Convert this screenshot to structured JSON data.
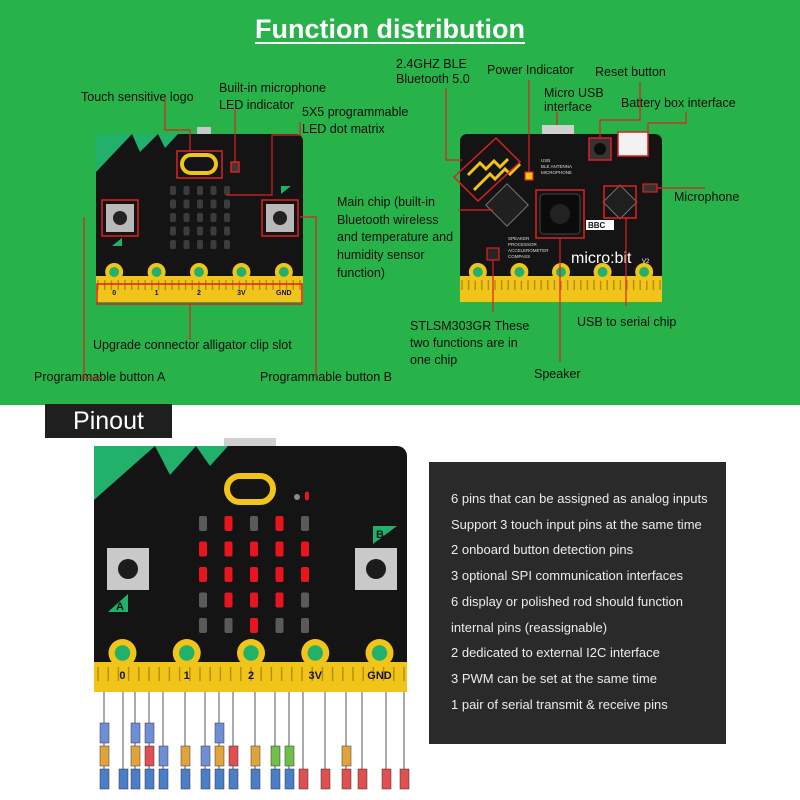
{
  "title": "Function distribution",
  "labels": {
    "touch_logo": "Touch sensitive logo",
    "microphone_led": "Built-in microphone\nLED indicator",
    "led_matrix": "5X5 programmable\nLED dot matrix",
    "ble": "2.4GHZ BLE\nBluetooth 5.0",
    "power_indicator": "Power Indicator",
    "micro_usb": "Micro USB\ninterface",
    "reset_button": "Reset button",
    "battery_interface": "Battery box interface",
    "microphone": "Microphone",
    "main_chip": "Main chip (built-in\nBluetooth wireless\nand temperature and\nhumidity sensor\nfunction)",
    "stlsm": "STLSM303GR These\ntwo functions are in\none chip",
    "speaker": "Speaker",
    "usb_serial": "USB to serial chip",
    "connector_slot": "Upgrade connector alligator clip slot",
    "button_a_label": "Programmable button A",
    "button_b_label": "Programmable button B"
  },
  "board": {
    "pins": [
      "0",
      "1",
      "2",
      "3V",
      "GND"
    ],
    "button_a": "A",
    "button_b": "B",
    "bbc": "BBC",
    "brand": "micro:bit",
    "version": "V2"
  },
  "pinout": {
    "tab": "Pinout",
    "info": [
      "6 pins that can be assigned as analog inputs",
      "Support 3 touch input pins at the same time",
      "2 onboard button detection pins",
      "3 optional SPI communication interfaces",
      "6 display or polished rod should function",
      "internal pins (reassignable)",
      "2 dedicated to external I2C interface",
      "3 PWM can be set at the same time",
      "1 pair of serial transmit & receive pins"
    ]
  },
  "colors": {
    "green_bg": "#27b24a",
    "board_black": "#141414",
    "gold": "#f0c419",
    "led_red": "#e8141e",
    "annot_red": "#e02020"
  }
}
